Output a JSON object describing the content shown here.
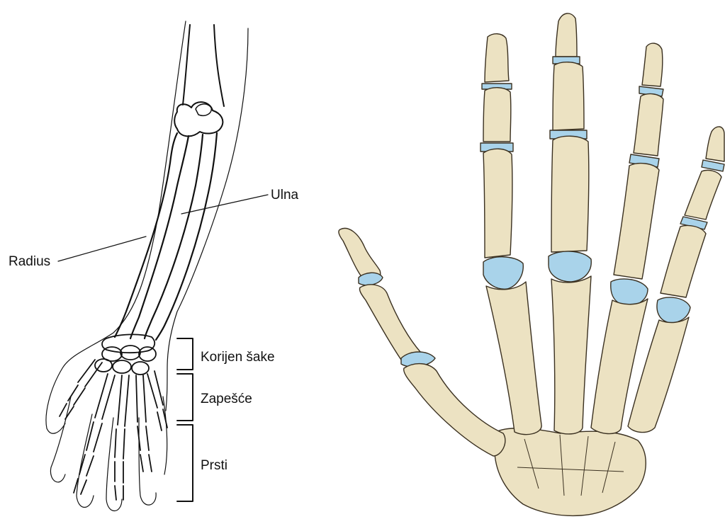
{
  "labels": {
    "radius": "Radius",
    "ulna": "Ulna",
    "korijen_sake": "Korijen šake",
    "zapesce": "Zapešće",
    "prsti": "Prsti"
  },
  "colors": {
    "line": "#111111",
    "bone": "#ece2c2",
    "bone_shade": "#c9b98a",
    "cartilage": "#a9d3ea",
    "background": "#ffffff"
  }
}
